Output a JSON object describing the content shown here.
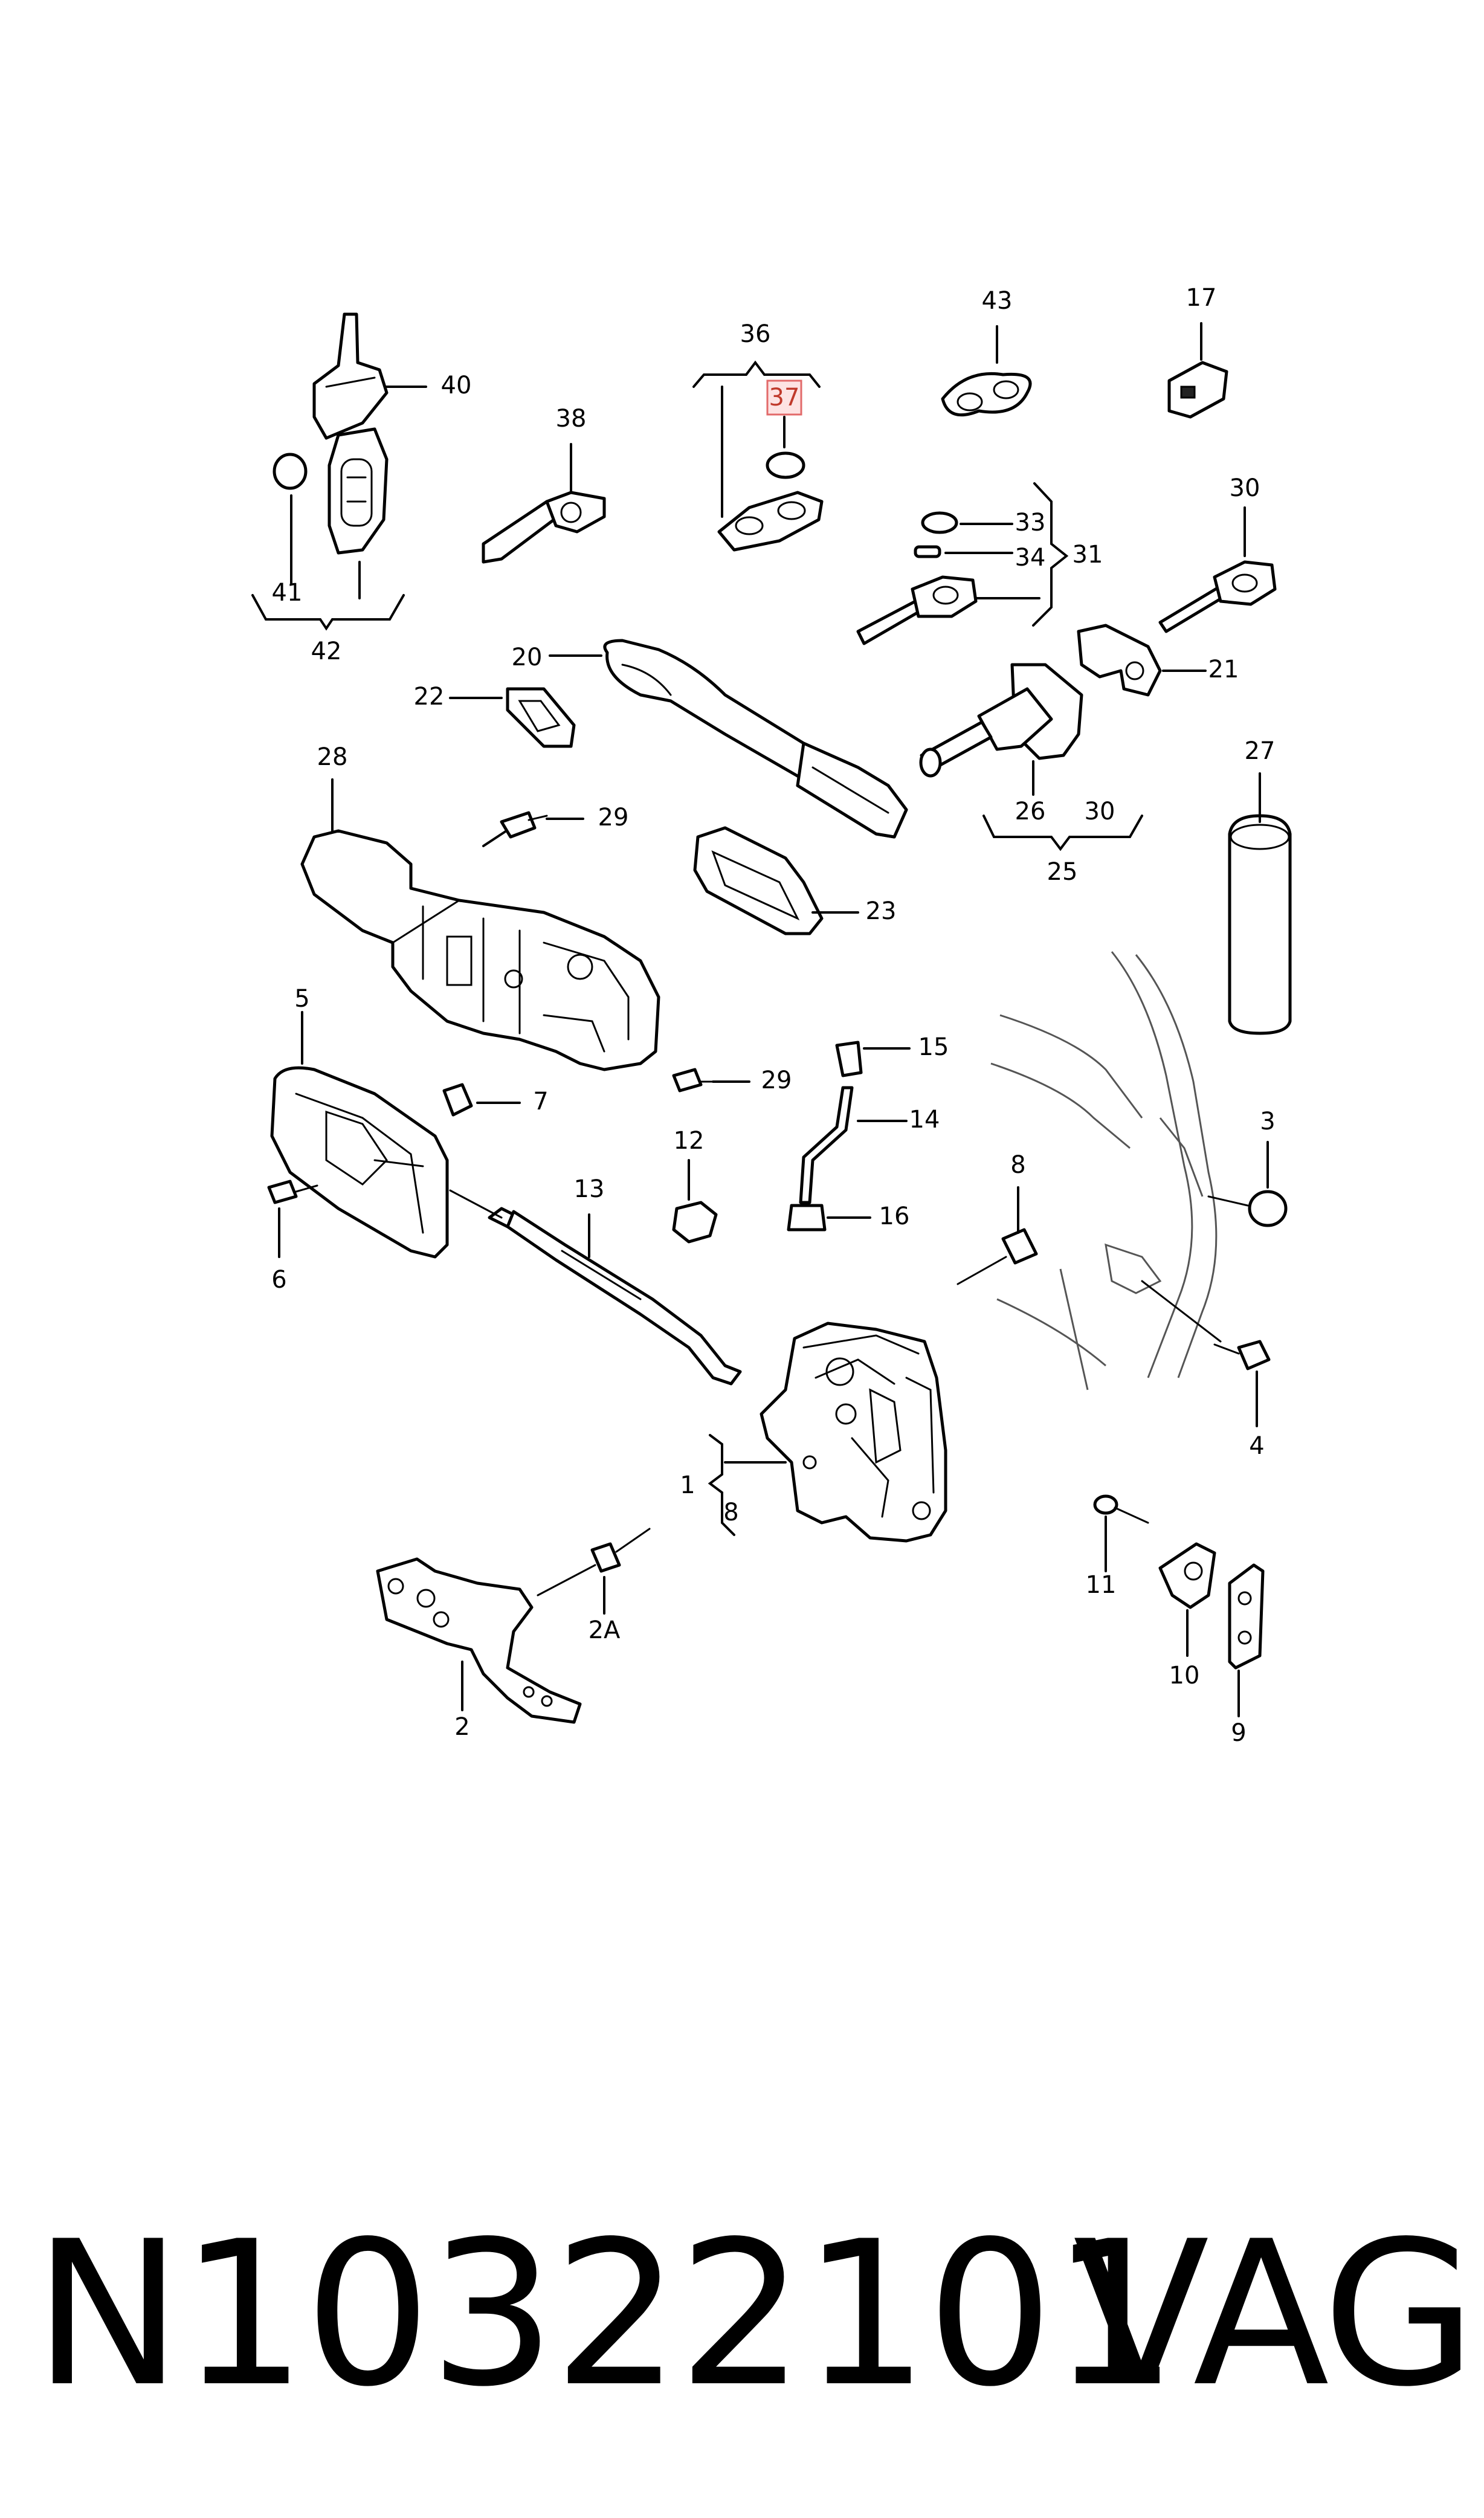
{
  "diagram": {
    "callouts": {
      "c1": "1",
      "c2": "2",
      "c2a": "2A",
      "c3": "3",
      "c4": "4",
      "c5": "5",
      "c6": "6",
      "c7": "7",
      "c8a": "8",
      "c8b": "8",
      "c9": "9",
      "c10": "10",
      "c11": "11",
      "c12": "12",
      "c13": "13",
      "c14": "14",
      "c15": "15",
      "c16": "16",
      "c17": "17",
      "c20": "20",
      "c21": "21",
      "c22": "22",
      "c23": "23",
      "c25": "25",
      "c26": "26",
      "c27": "27",
      "c28": "28",
      "c29a": "29",
      "c29b": "29",
      "c30a": "30",
      "c30b": "30",
      "c31": "31",
      "c33": "33",
      "c34": "34",
      "c36": "36",
      "c37": "37",
      "c38": "38",
      "c40": "40",
      "c41": "41",
      "c42": "42",
      "c43": "43"
    },
    "highlighted_callout": "37",
    "highlight_color": "#e26a6a"
  },
  "footer": {
    "part_number": "N10322101",
    "brand": "VAG"
  }
}
